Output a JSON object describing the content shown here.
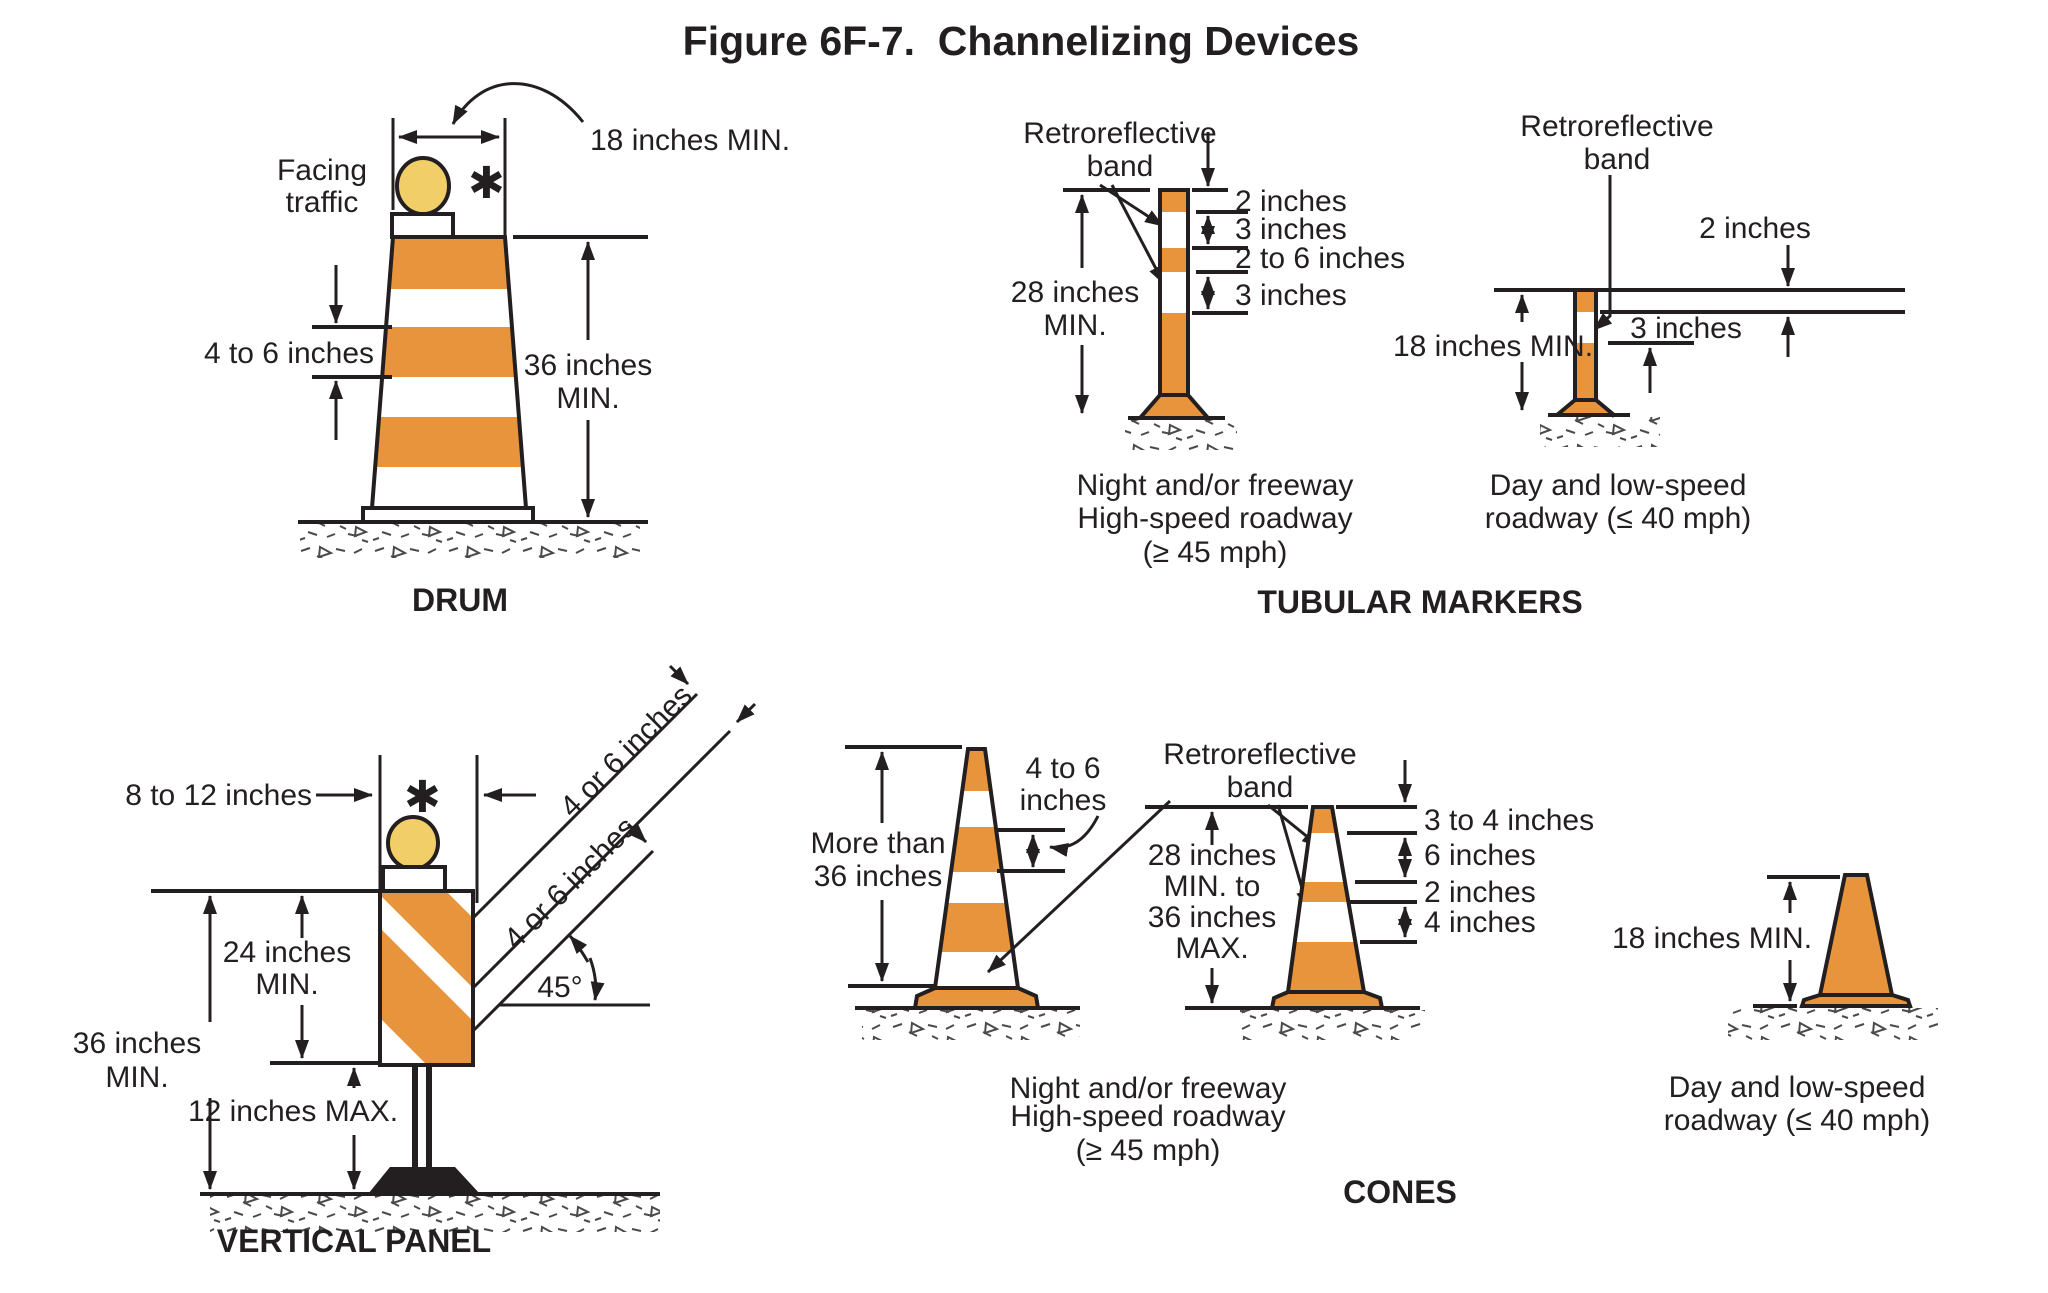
{
  "title": "Figure 6F-7.  Channelizing Devices",
  "colors": {
    "orange": "#E8943C",
    "light_yellow": "#F2CE68",
    "ink": "#231F20"
  },
  "drum": {
    "name_label": "DRUM",
    "facing": [
      "Facing",
      "traffic"
    ],
    "width_label": "18 inches MIN.",
    "asterisk": "✱",
    "stripe_label": "4 to 6 inches",
    "height_label": [
      "36 inches",
      "MIN."
    ]
  },
  "tubular_markers": {
    "section_label": "TUBULAR MARKERS",
    "marker_high_speed": {
      "band_label": [
        "Retroreflective",
        "band"
      ],
      "height_label": [
        "28 inches",
        "MIN."
      ],
      "dims": [
        "2 inches",
        "3 inches",
        "2 to 6 inches",
        "3 inches"
      ],
      "caption": [
        "Night and/or freeway",
        "High-speed roadway",
        "(≥ 45 mph)"
      ]
    },
    "marker_low_speed": {
      "band_label": [
        "Retroreflective",
        "band"
      ],
      "dim_top": "2 inches",
      "dim_band": "3 inches",
      "height_label": "18 inches MIN.",
      "caption": [
        "Day and low-speed",
        "roadway (≤ 40 mph)"
      ]
    }
  },
  "vertical_panel": {
    "section_label": "VERTICAL PANEL",
    "width_label": "8 to 12 inches",
    "asterisk": "✱",
    "stripe_label_upper": "4 or 6 inches",
    "stripe_label_lower": "4 or 6 inches",
    "angle_label": "45°",
    "height_24": [
      "24 inches",
      "MIN."
    ],
    "height_36": [
      "36 inches",
      "MIN."
    ],
    "mount_height": "12 inches MAX."
  },
  "cones": {
    "section_label": "CONES",
    "band_label": [
      "Retroreflective",
      "band"
    ],
    "tall_cone": {
      "height_label": [
        "More than",
        "36 inches"
      ],
      "band_dim": [
        "4 to 6",
        "inches"
      ]
    },
    "medium_cone": {
      "height_label": [
        "28 inches",
        "MIN. to",
        "36 inches",
        "MAX."
      ],
      "dims": [
        "3 to 4 inches",
        "6 inches",
        "2 inches",
        "4 inches"
      ]
    },
    "small_cone": {
      "height_label": "18 inches MIN."
    },
    "caption_high_speed": [
      "Night and/or freeway",
      "High-speed roadway",
      "(≥ 45 mph)"
    ],
    "caption_low_speed": [
      "Day and low-speed",
      "roadway (≤ 40 mph)"
    ]
  }
}
